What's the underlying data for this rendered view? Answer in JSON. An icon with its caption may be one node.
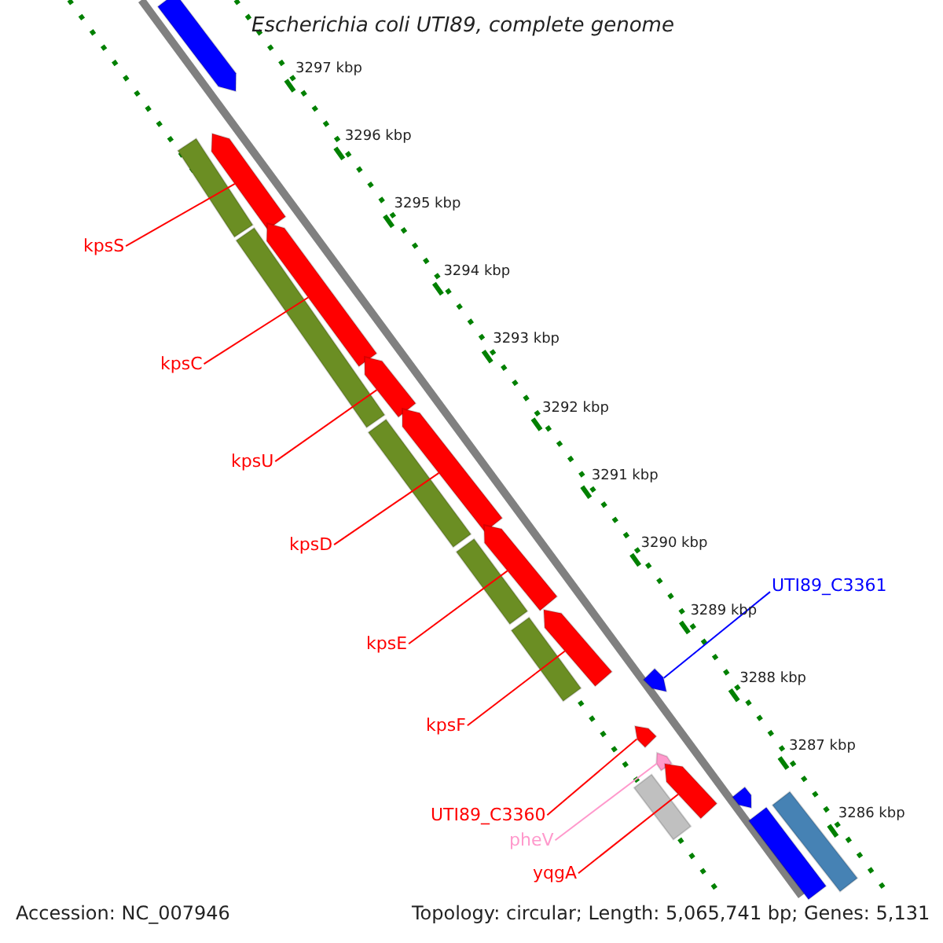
{
  "diagram": {
    "title": "Escherichia coli UTI89, complete genome",
    "nodes": [
      {
        "text": [
          "kpsS"
        ]
      },
      {
        "text": [
          "kpsC"
        ]
      },
      {
        "text": [
          "kpsU"
        ]
      },
      {
        "text": [
          "kpsD"
        ]
      },
      {
        "text": [
          "UTI89_C3361"
        ]
      },
      {
        "text": [
          "kpsE"
        ]
      },
      {
        "text": [
          "kpsF"
        ]
      },
      {
        "text": [
          "UTI89_C3360"
        ]
      },
      {
        "text": [
          "pheV"
        ]
      },
      {
        "text": [
          "yqgA"
        ]
      },
      {
        "text": [],
        "shape": "arrow"
      },
      {
        "text": [],
        "shape": "arrow"
      },
      {
        "text": [],
        "shape": "bar"
      },
      {
        "text": [],
        "shape": "arrow"
      },
      {
        "text": [],
        "shape": "bar"
      },
      {
        "text": [],
        "shape": "arrow"
      },
      {
        "text": [],
        "shape": "arrow"
      },
      {
        "text": [],
        "shape": "bar"
      },
      {
        "text": [],
        "shape": "arrow"
      },
      {
        "text": [],
        "shape": "bar"
      },
      {
        "text": [],
        "shape": "arrow"
      },
      {
        "text": [],
        "shape": "bar"
      },
      {
        "text": [],
        "shape": "arrow"
      },
      {
        "text": [],
        "shape": "arrow"
      },
      {
        "text": [],
        "shape": "arrow"
      },
      {
        "text": [],
        "shape": "arrow"
      },
      {
        "text": [],
        "shape": "bar"
      },
      {
        "text": [],
        "shape": "arrow"
      },
      {
        "text": [],
        "shape": "bar"
      },
      {
        "text": [],
        "shape": "bar"
      }
    ],
    "edges": [
      {
        "from": 0,
        "to": 11,
        "arrow": "none"
      },
      {
        "from": 1,
        "to": 13,
        "arrow": "none"
      },
      {
        "from": 2,
        "to": 15,
        "arrow": "none"
      },
      {
        "from": 3,
        "to": 16,
        "arrow": "none"
      },
      {
        "from": 4,
        "to": 22,
        "arrow": "none",
        "color": "#0000ff"
      },
      {
        "from": 5,
        "to": 18,
        "arrow": "none"
      },
      {
        "from": 6,
        "to": 20,
        "arrow": "none"
      },
      {
        "from": 7,
        "to": 23,
        "arrow": "none"
      },
      {
        "from": 8,
        "to": 24,
        "arrow": "none",
        "color": "#ff99cc"
      },
      {
        "from": 9,
        "to": 25,
        "arrow": "none"
      }
    ],
    "labels": [
      "3297 kbp",
      "3296 kbp",
      "3295 kbp",
      "3294 kbp",
      "3293 kbp",
      "3292 kbp",
      "3291 kbp",
      "3290 kbp",
      "3289 kbp",
      "3288 kbp",
      "3287 kbp",
      "3286 kbp",
      "Accession: NC_007946",
      "Topology: circular; Length: 5,065,741 bp; Genes: 5,131"
    ]
  }
}
